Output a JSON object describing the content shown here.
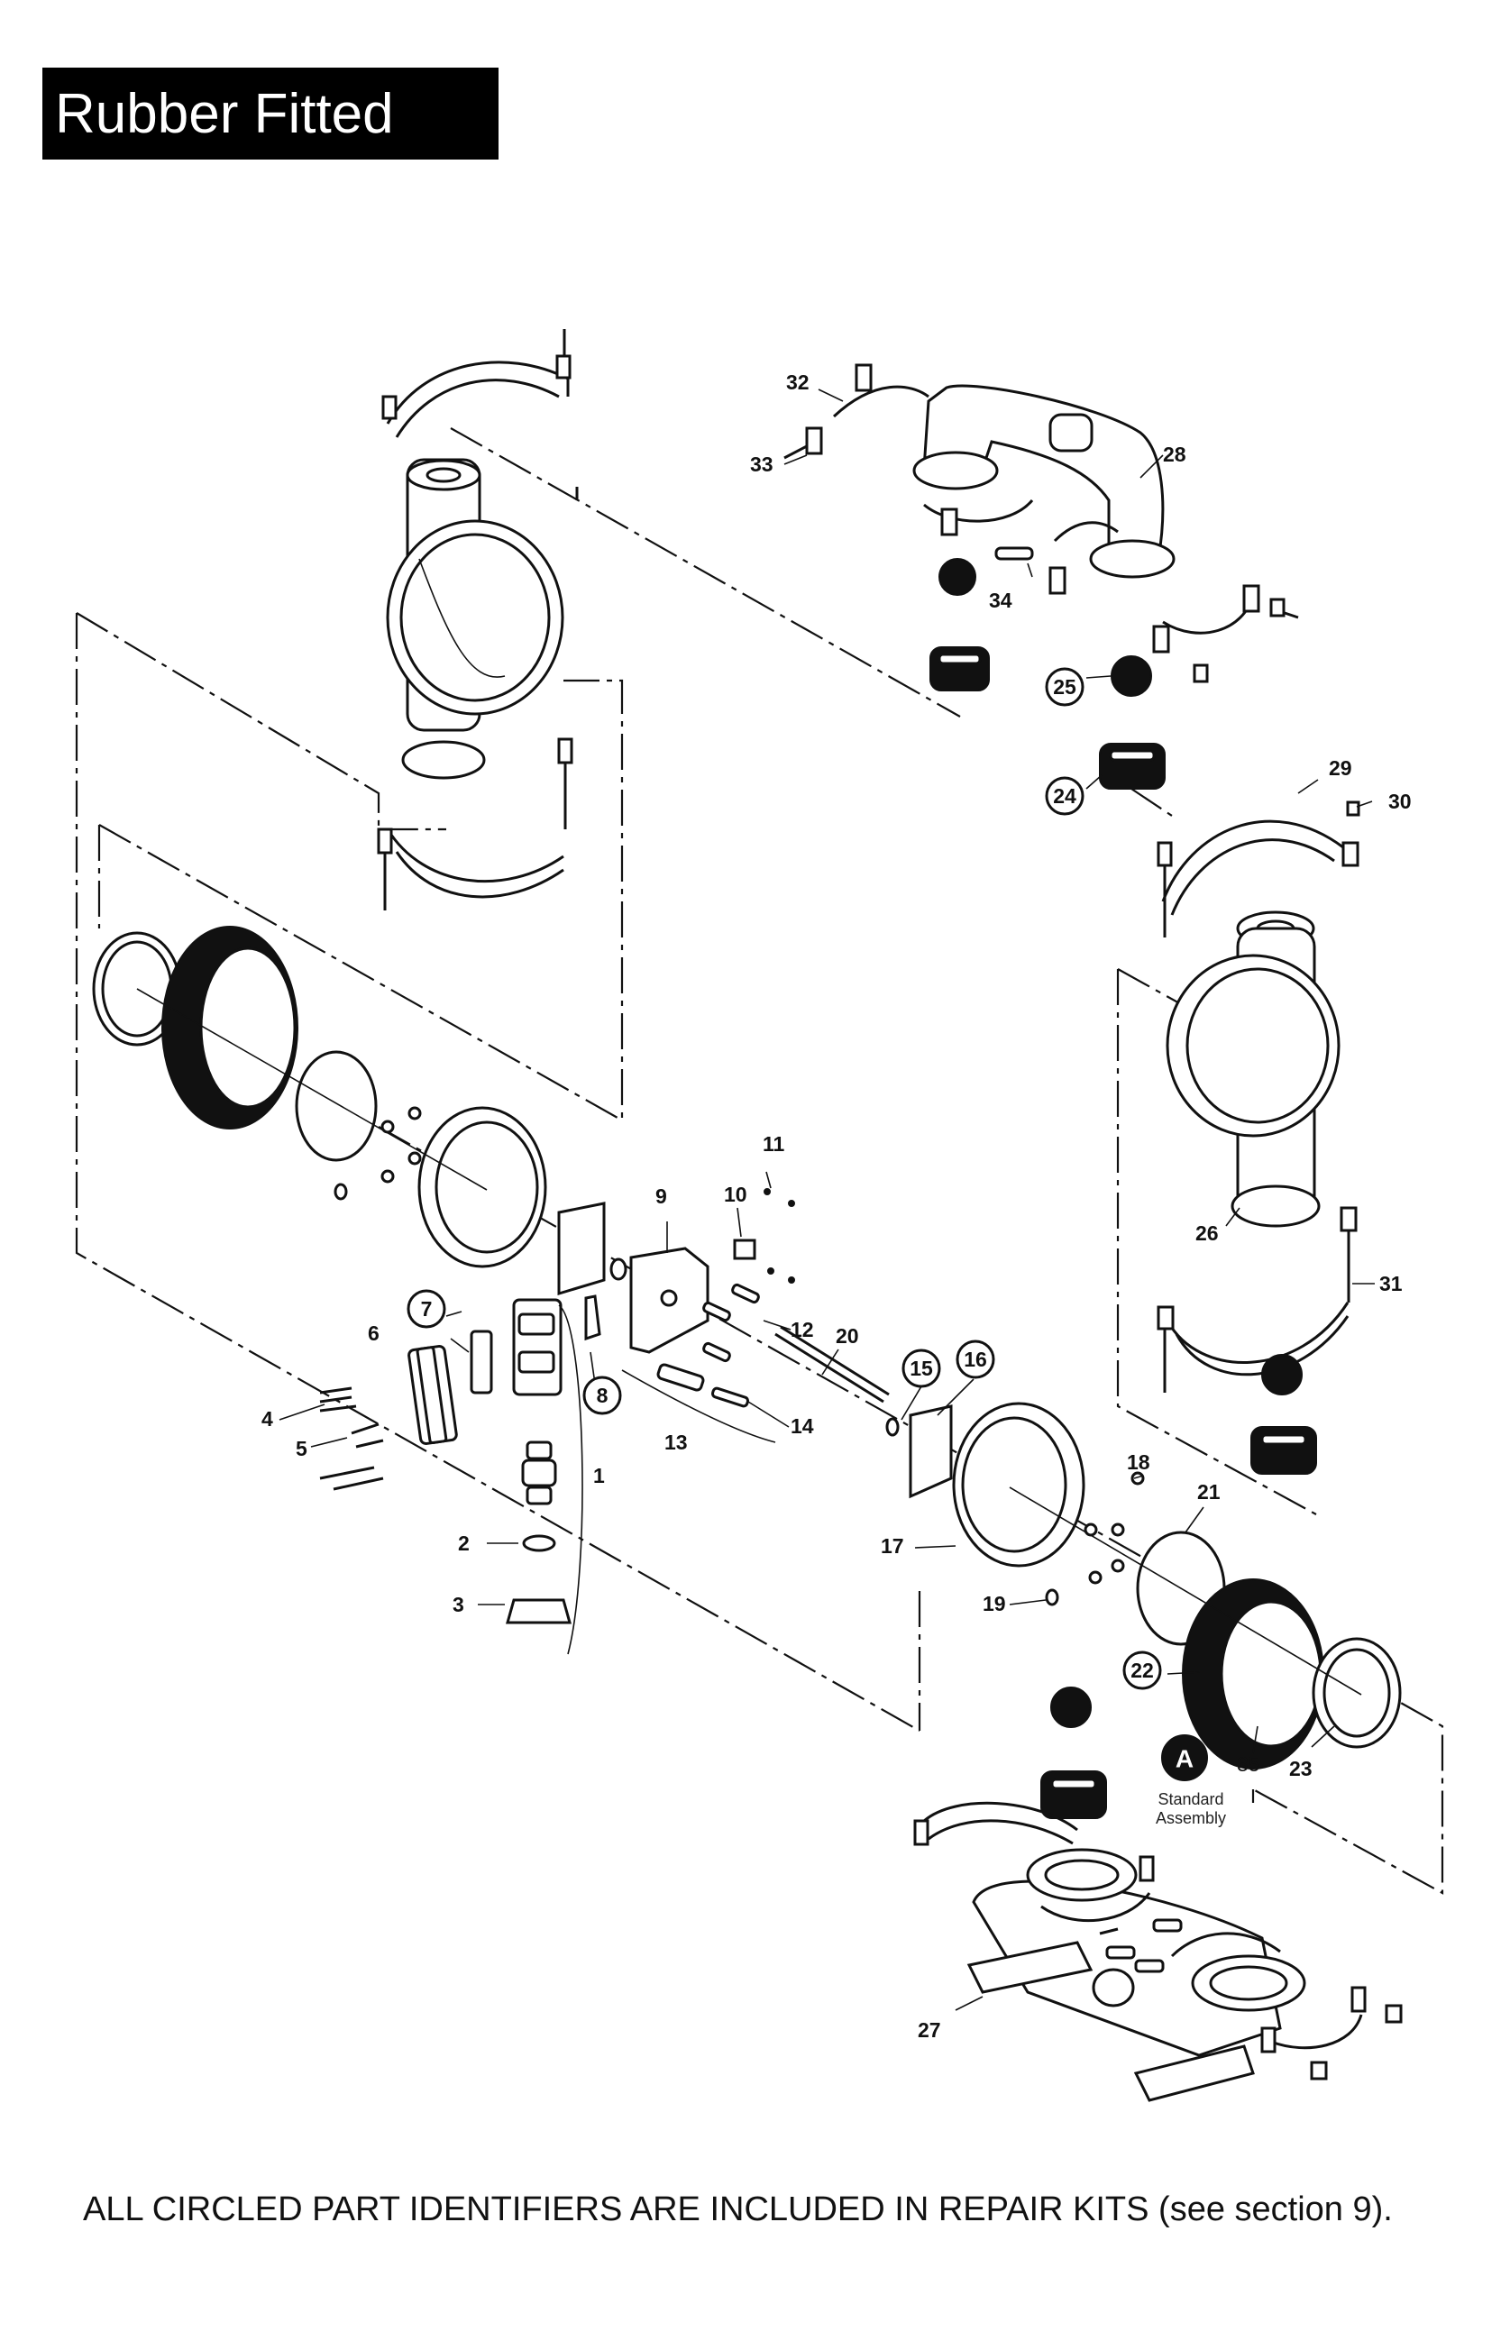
{
  "header": {
    "title": "Rubber Fitted"
  },
  "footer": {
    "note": "ALL CIRCLED PART IDENTIFIERS ARE INCLUDED IN REPAIR KITS (see section 9)."
  },
  "callout_a": {
    "letter": "A",
    "label_line1": "Standard",
    "label_line2": "Assembly"
  },
  "parts": {
    "p1": "1",
    "p2": "2",
    "p3": "3",
    "p4": "4",
    "p5": "5",
    "p6": "6",
    "p7": "7",
    "p8": "8",
    "p9": "9",
    "p10": "10",
    "p11": "11",
    "p12": "12",
    "p13": "13",
    "p14": "14",
    "p15": "15",
    "p16": "16",
    "p17": "17",
    "p18": "18",
    "p19": "19",
    "p20": "20",
    "p21": "21",
    "p22": "22",
    "p23": "23",
    "p24": "24",
    "p25": "25",
    "p26": "26",
    "p27": "27",
    "p28": "28",
    "p29": "29",
    "p30": "30",
    "p31": "31",
    "p32": "32",
    "p33": "33",
    "p34": "34",
    "p35": "35"
  }
}
